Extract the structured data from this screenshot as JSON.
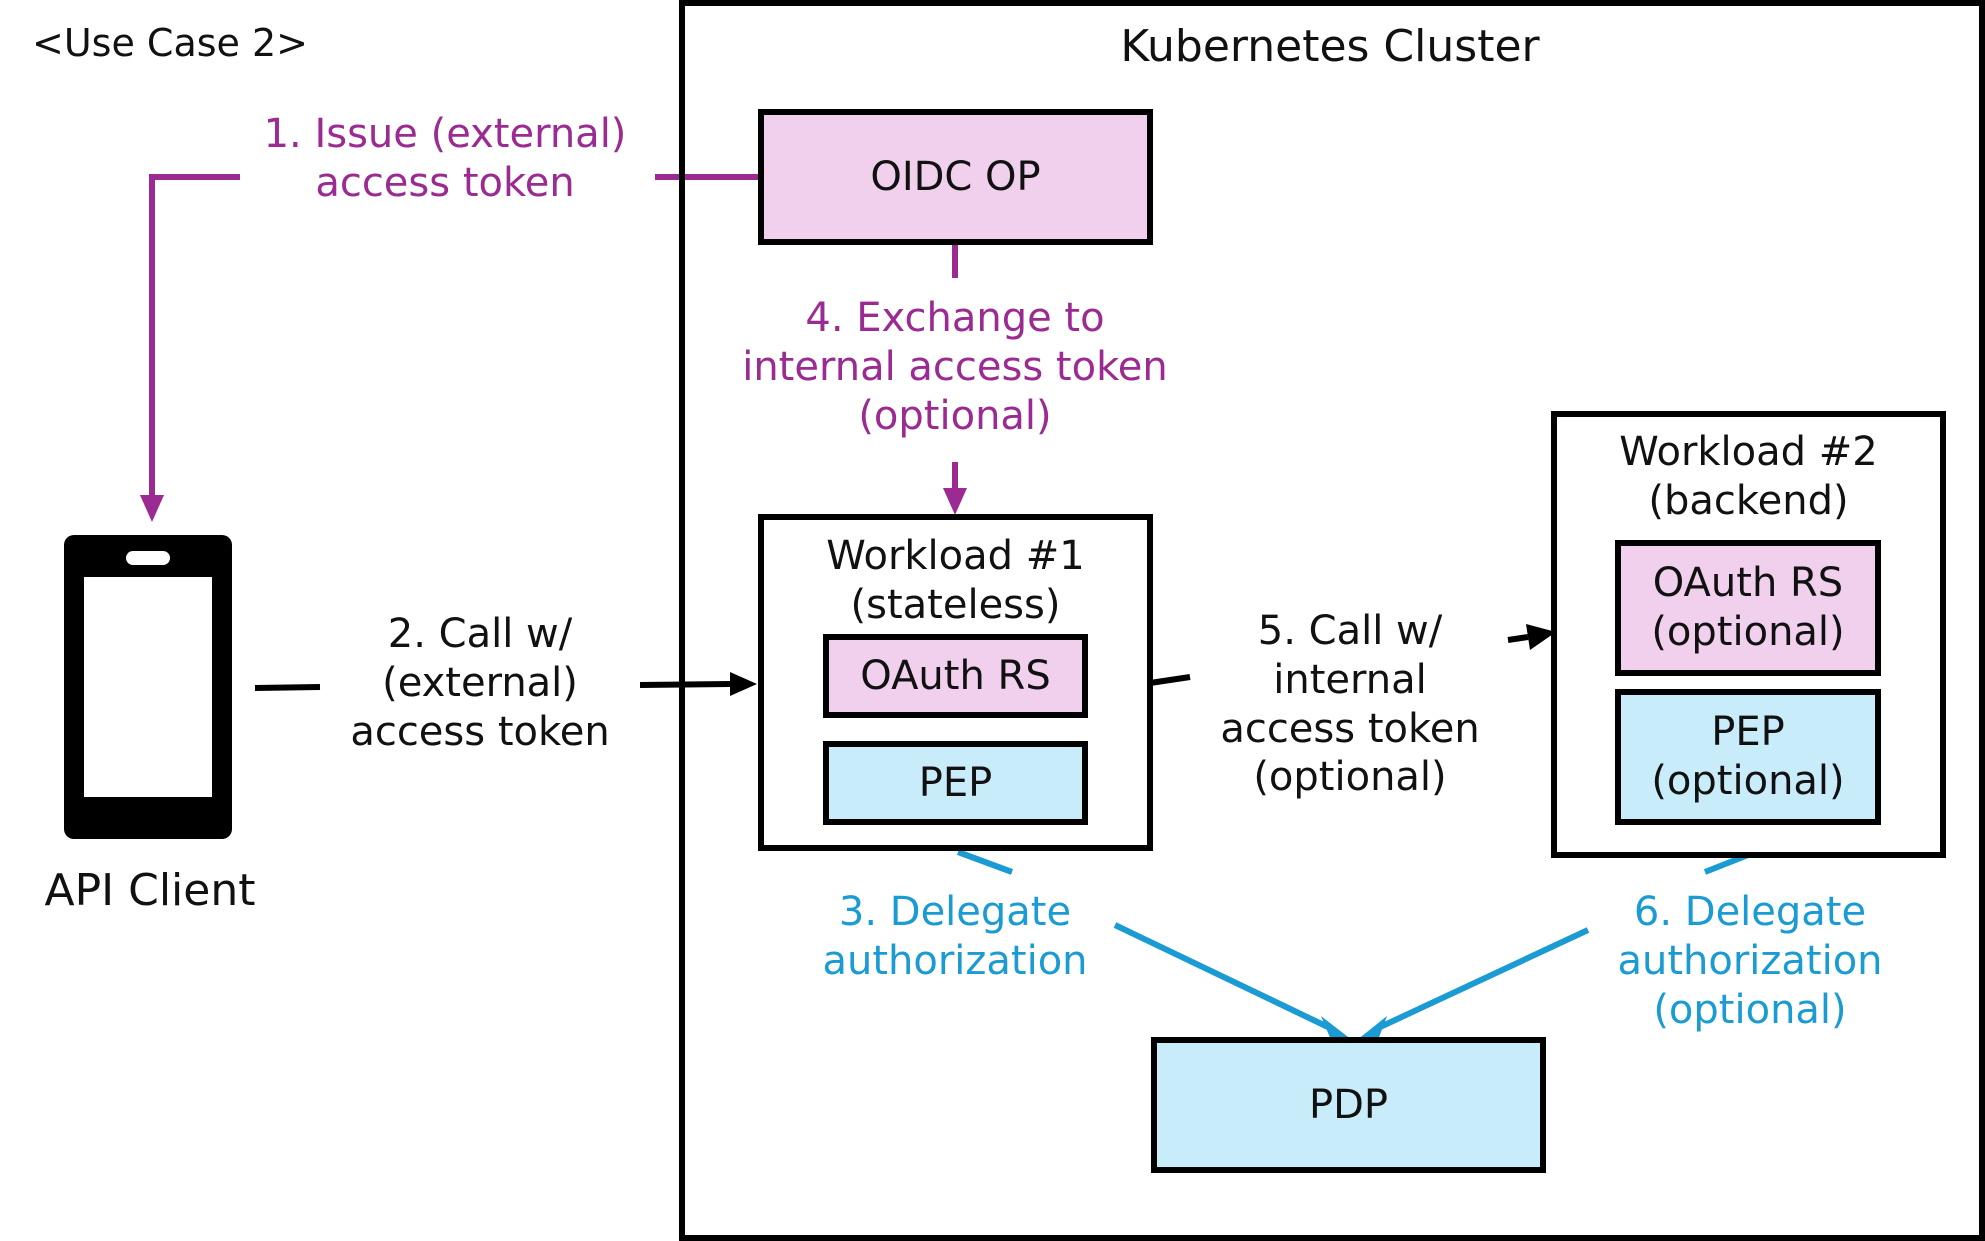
{
  "use_case_label": "<Use Case 2>",
  "cluster": {
    "title": "Kubernetes Cluster"
  },
  "nodes": {
    "oidc_op": "OIDC OP",
    "workload1": {
      "title_line1": "Workload #1",
      "title_line2": "(stateless)",
      "oauth_rs": "OAuth RS",
      "pep": "PEP"
    },
    "workload2": {
      "title_line1": "Workload #2",
      "title_line2": "(backend)",
      "oauth_rs_line1": "OAuth RS",
      "oauth_rs_line2": "(optional)",
      "pep_line1": "PEP",
      "pep_line2": "(optional)"
    },
    "pdp": "PDP",
    "api_client": "API Client"
  },
  "edges": {
    "step1": {
      "line1": "1. Issue (external)",
      "line2": "access token"
    },
    "step2": {
      "line1": "2. Call w/",
      "line2": "(external)",
      "line3": "access token"
    },
    "step3": {
      "line1": "3. Delegate",
      "line2": "authorization"
    },
    "step4": {
      "line1": "4. Exchange to",
      "line2": "internal access token",
      "line3": "(optional)"
    },
    "step5": {
      "line1": "5. Call w/",
      "line2": "internal",
      "line3": "access token",
      "line4": "(optional)"
    },
    "step6": {
      "line1": "6. Delegate",
      "line2": "authorization",
      "line3": "(optional)"
    }
  },
  "colors": {
    "purple": "#9b2a92",
    "blue": "#1b9bd3",
    "pink_fill": "#f1d0ee",
    "blue_fill": "#c9ecfb",
    "black": "#000000"
  },
  "icons": {
    "api_client": "smartphone-icon"
  }
}
